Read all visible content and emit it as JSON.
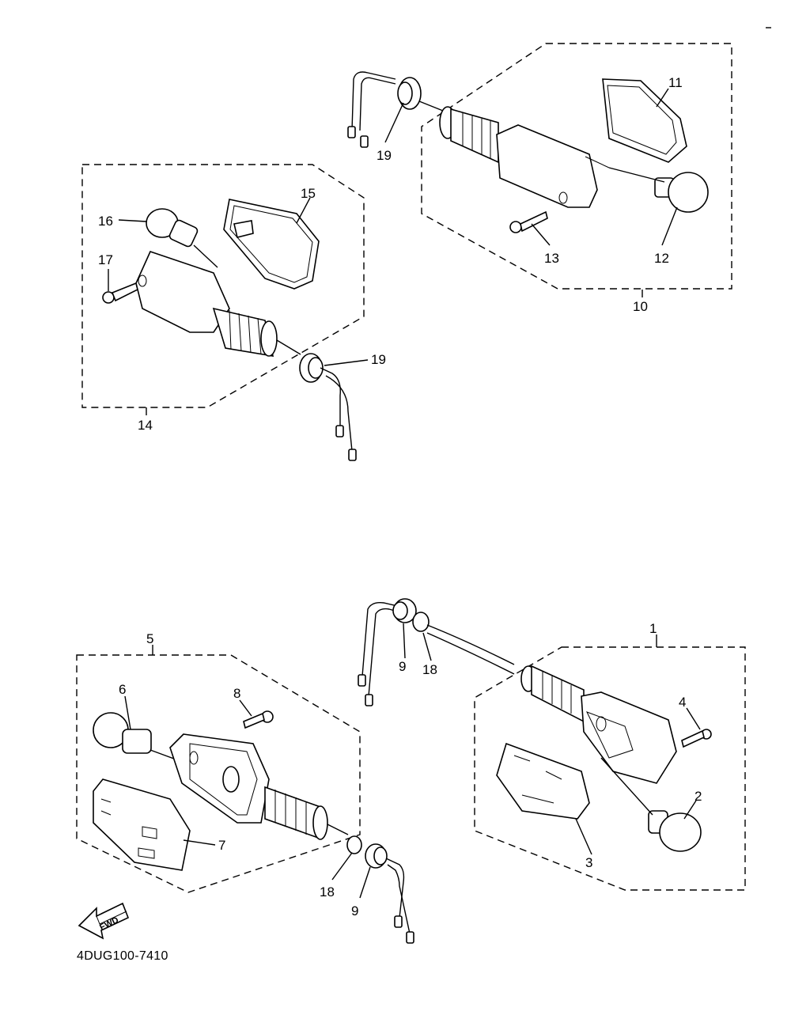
{
  "diagram_code": "4DUG100-7410",
  "fwd_label": "FWD",
  "callouts": {
    "n1": "1",
    "n2": "2",
    "n3": "3",
    "n4": "4",
    "n5": "5",
    "n6": "6",
    "n7": "7",
    "n8": "8",
    "n9a": "9",
    "n9b": "9",
    "n10": "10",
    "n11": "11",
    "n12": "12",
    "n13": "13",
    "n14": "14",
    "n15": "15",
    "n16": "16",
    "n17": "17",
    "n18a": "18",
    "n18b": "18",
    "n19a": "19",
    "n19b": "19"
  }
}
